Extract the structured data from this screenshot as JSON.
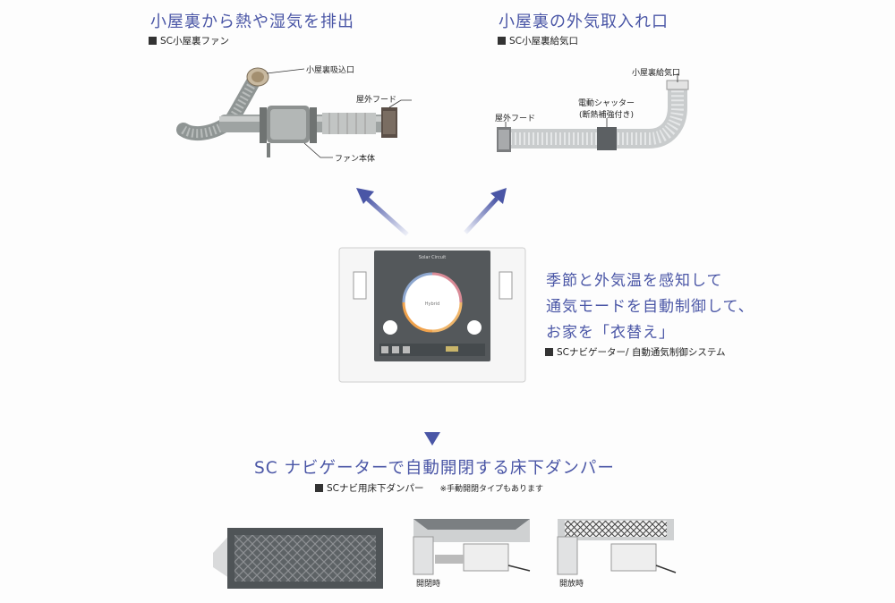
{
  "fan_section": {
    "title": "小屋裏から熱や湿気を排出",
    "caption": "SC小屋裏ファン",
    "labels": {
      "intake": "小屋裏吸込口",
      "hood": "屋外フード",
      "body": "ファン本体"
    }
  },
  "supply_section": {
    "title": "小屋裏の外気取入れ口",
    "caption": "SC小屋裏給気口",
    "labels": {
      "outlet": "小屋裏給気口",
      "shutter_line1": "電動シャッター",
      "shutter_line2": "(断熱補強付き)",
      "hood": "屋外フード"
    }
  },
  "navigator": {
    "lines": [
      "季節と外気温を感知して",
      "通気モードを自動制御して、",
      "お家を「衣替え」"
    ],
    "caption": "SCナビゲーター/ 自動通気制御システム",
    "panel_title": "Solar Circuit",
    "panel_hybrid": "Hybrid"
  },
  "damper_section": {
    "title": "SC ナビゲーターで自動開閉する床下ダンパー",
    "caption": "SCナビ用床下ダンパー",
    "note": "※手動開閉タイプもあります",
    "label_closed": "開閉時",
    "label_open": "開放時"
  },
  "colors": {
    "accent_blue": "#4a56a6",
    "arrow_start": "#e8eaf6",
    "arrow_end": "#4a56a6"
  }
}
